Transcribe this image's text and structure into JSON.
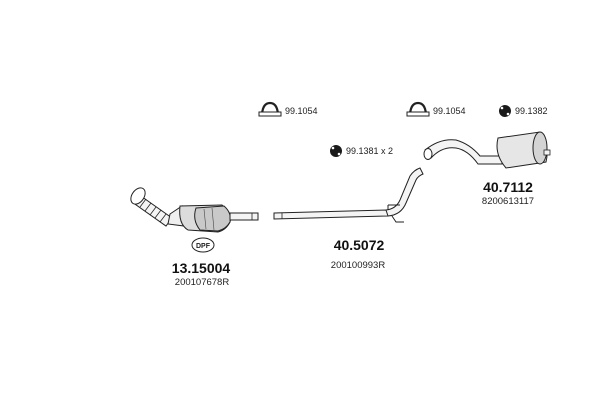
{
  "parts": {
    "catalyst": {
      "part_number": "13.15004",
      "oem_number": "200107678R",
      "badge": "DPF"
    },
    "mid_pipe": {
      "part_number": "40.5072",
      "oem_number": "200100993R"
    },
    "rear_silencer": {
      "part_number": "40.7112",
      "oem_number": "8200613117"
    }
  },
  "accessories": {
    "clamp_left": "99.1054",
    "clamp_right": "99.1054",
    "rubber_mount_pair": "99.1381 x 2",
    "rubber_mount_single": "99.1382"
  },
  "colors": {
    "line": "#222222",
    "pipe_fill": "#f2f2f2",
    "dpf_fill": "#dcdcdc",
    "silencer_fill": "#e6e6e6"
  }
}
